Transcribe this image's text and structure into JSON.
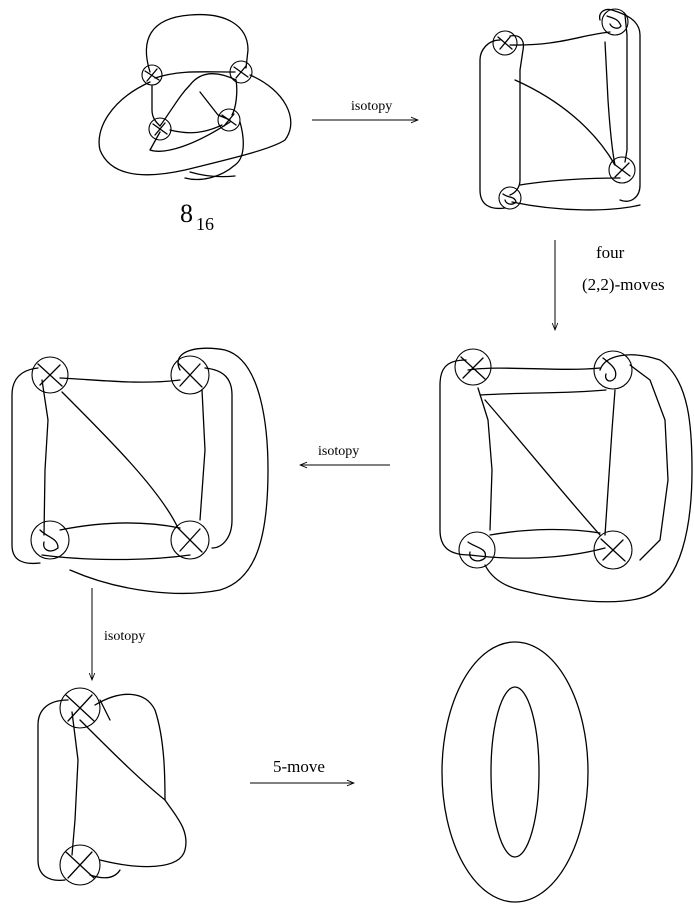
{
  "labels": {
    "knot_name": "8",
    "knot_subscript": "16",
    "arrow1": "isotopy",
    "arrow2_line1": "four",
    "arrow2_line2": "(2,2)-moves",
    "arrow3": "isotopy",
    "arrow4": "isotopy",
    "arrow5": "5-move"
  }
}
